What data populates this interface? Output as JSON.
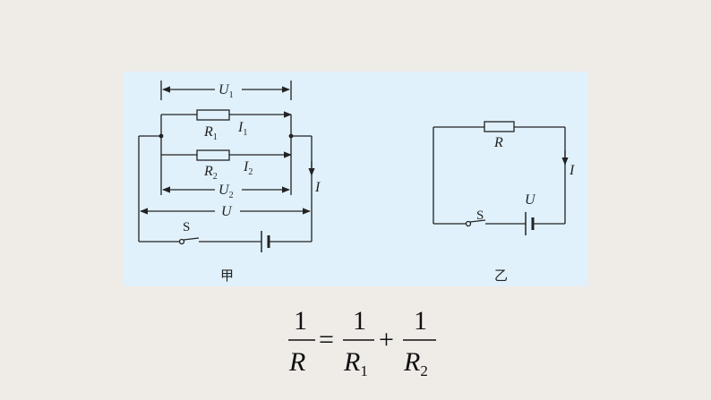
{
  "diagram_a": {
    "caption": "甲",
    "r1": "R",
    "r1_sub": "1",
    "r2": "R",
    "r2_sub": "2",
    "i1": "I",
    "i1_sub": "1",
    "i2": "I",
    "i2_sub": "2",
    "u1": "U",
    "u1_sub": "1",
    "u2": "U",
    "u2_sub": "2",
    "u": "U",
    "i": "I",
    "s": "S"
  },
  "diagram_b": {
    "caption": "乙",
    "r": "R",
    "i": "I",
    "u": "U",
    "s": "S"
  },
  "formula": {
    "one_a": "1",
    "r": "R",
    "eq": "=",
    "one_b": "1",
    "r1": "R",
    "r1_sub": "1",
    "plus": "+",
    "one_c": "1",
    "r2": "R",
    "r2_sub": "2"
  }
}
